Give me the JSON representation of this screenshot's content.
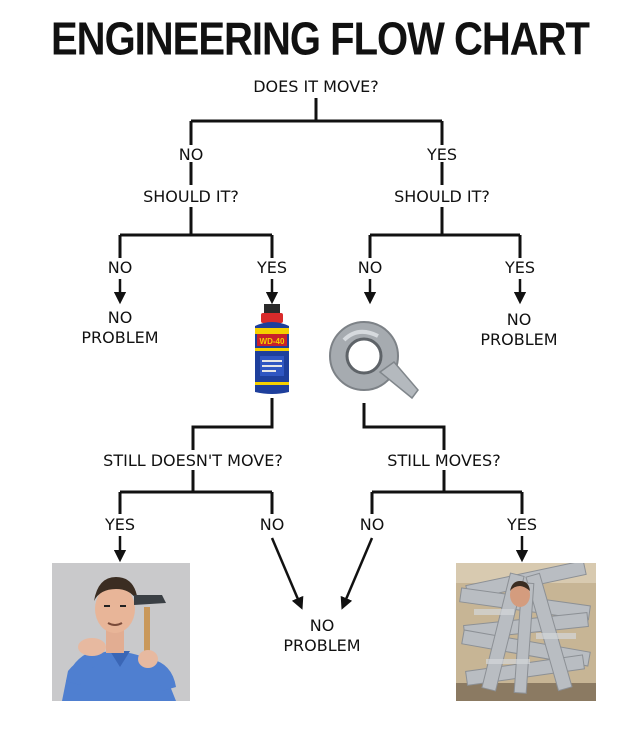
{
  "title": "ENGINEERING FLOW CHART",
  "nodes": {
    "q_move": "DOES IT MOVE?",
    "no1": "NO",
    "yes1": "YES",
    "should_left": "SHOULD IT?",
    "should_right": "SHOULD IT?",
    "ll_no": "NO",
    "ll_yes": "YES",
    "rl_no": "NO",
    "rl_yes": "YES",
    "np1": "NO\nPROBLEM",
    "np2": "NO\nPROBLEM",
    "still_doesnt": "STILL DOESN'T MOVE?",
    "still_moves": "STILL MOVES?",
    "sd_yes": "YES",
    "sd_no": "NO",
    "sm_no": "NO",
    "sm_yes": "YES",
    "np3": "NO\nPROBLEM"
  },
  "images": {
    "wd40_label": "WD-40"
  },
  "colors": {
    "line": "#111111",
    "wd40_blue": "#1e3f9c",
    "wd40_yellow": "#f5d000",
    "wd40_red": "#c8202a",
    "tape": "#9ea3a8"
  }
}
